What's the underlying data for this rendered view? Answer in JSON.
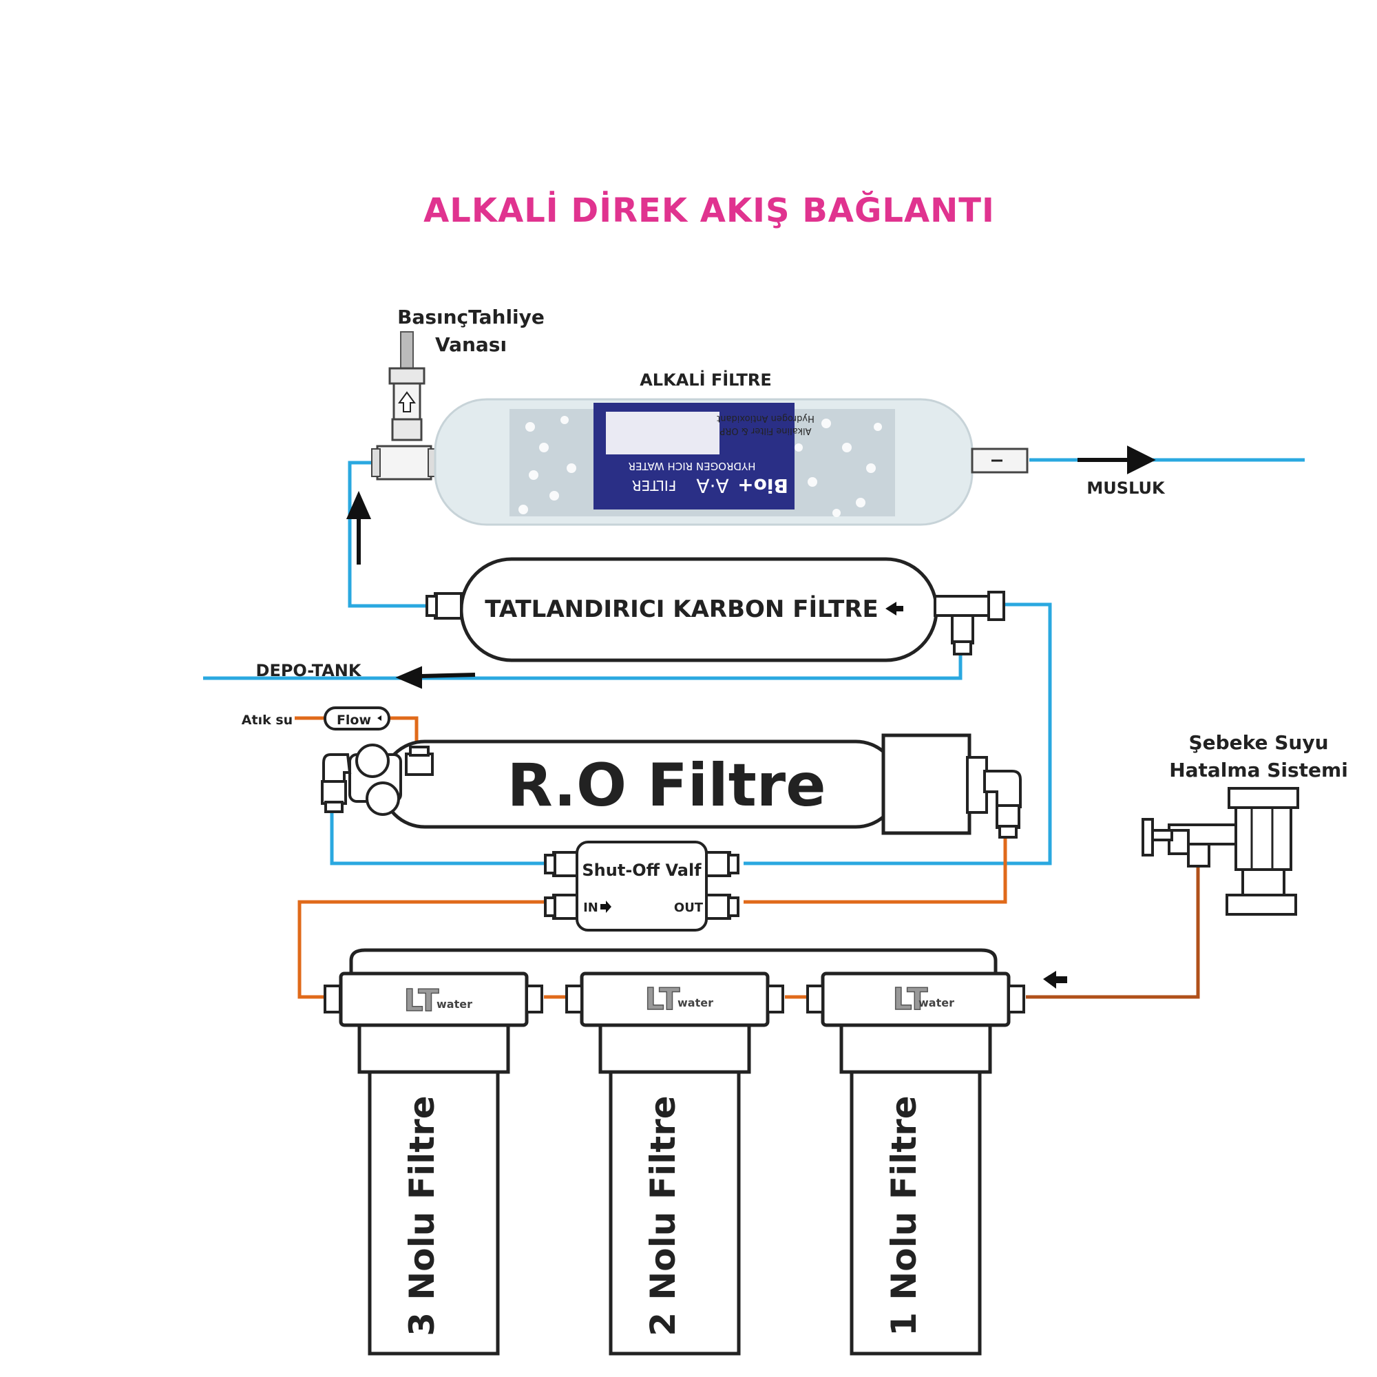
{
  "title": "ALKALİ DİREK AKIŞ BAĞLANTI",
  "colors": {
    "title": "#e0338f",
    "blue_pipe": "#2aa8e0",
    "orange_pipe": "#e06a1a",
    "outline": "#222222",
    "label_band": "#2a2f86"
  },
  "labels": {
    "valve_line1": "BasınçTahliye",
    "valve_line2": "Vanası",
    "alkaline_filter": "ALKALİ FİLTRE",
    "faucet": "MUSLUK",
    "carbon_filter": "TATLANDIRICI KARBON FİLTRE",
    "tank": "DEPO-TANK",
    "waste": "Atık su",
    "flow": "Flow",
    "ro": "R.O Filtre",
    "shutoff": "Shut-Off Valf",
    "in": "IN",
    "out": "OUT",
    "mains_line1": "Şebeke Suyu",
    "mains_line2": "Hatalma Sistemi"
  },
  "cartridge_label": {
    "brand": "Bio+",
    "model": "A·A",
    "type": "FILTER",
    "line1": "HYDROGEN RICH WATER",
    "line2": "Alkaline Filter & ORP",
    "line3": "Hydrogen Antioxidant"
  },
  "housings": [
    {
      "brand": "LT",
      "sub": "water",
      "label": "3 Nolu Filtre"
    },
    {
      "brand": "LT",
      "sub": "water",
      "label": "2 Nolu Filtre"
    },
    {
      "brand": "LT",
      "sub": "water",
      "label": "1 Nolu Filtre"
    }
  ],
  "icons": [
    "arrow-up-icon",
    "arrow-right-icon",
    "arrow-left-icon",
    "valve-arrow-icon"
  ]
}
